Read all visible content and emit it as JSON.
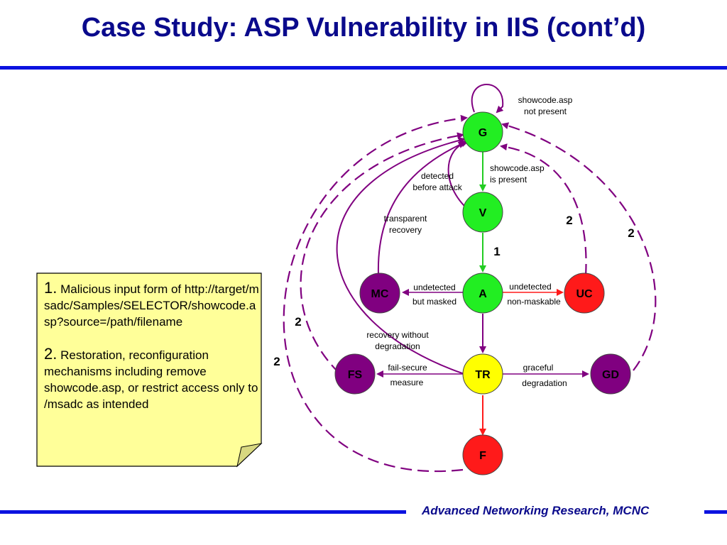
{
  "title": "Case Study: ASP Vulnerability in IIS (cont’d)",
  "footer": "Advanced Networking Research, MCNC",
  "note": {
    "item1_num": "1.",
    "item1_text": "Malicious input form of http://target/msadc/Samples/SELECTOR/showcode.asp?source=/path/filename",
    "item2_num": "2.",
    "item2_text": "Restoration, reconfiguration mechanisms including remove showcode.asp, or restrict access only to /msadc as intended"
  },
  "nodes": {
    "G": "G",
    "V": "V",
    "A": "A",
    "MC": "MC",
    "UC": "UC",
    "TR": "TR",
    "FS": "FS",
    "GD": "GD",
    "F": "F"
  },
  "labels": {
    "showcode_not_present_1": "showcode.asp",
    "showcode_not_present_2": "not present",
    "showcode_present_1": "showcode.asp",
    "showcode_present_2": "is present",
    "detected_1": "detected",
    "detected_2": "before attack",
    "transparent_1": "transparent",
    "transparent_2": "recovery",
    "undetected_masked_1": "undetected",
    "undetected_masked_2": "but masked",
    "undetected_nonmask_1": "undetected",
    "undetected_nonmask_2": "non-maskable",
    "recovery_wo_1": "recovery without",
    "recovery_wo_2": "degradation",
    "failsecure_1": "fail-secure",
    "failsecure_2": "measure",
    "graceful_1": "graceful",
    "graceful_2": "degradation",
    "n1": "1",
    "n2_right_inner": "2",
    "n2_right_outer": "2",
    "n2_left_inner": "2",
    "n2_left_outer": "2"
  },
  "colors": {
    "green": "#22ee22",
    "yellow": "#ffff00",
    "red": "#ff1a1a",
    "purple": "#800080",
    "note_fill": "#ffff99",
    "title": "#0a0a8c",
    "rule": "#0b12e0"
  }
}
